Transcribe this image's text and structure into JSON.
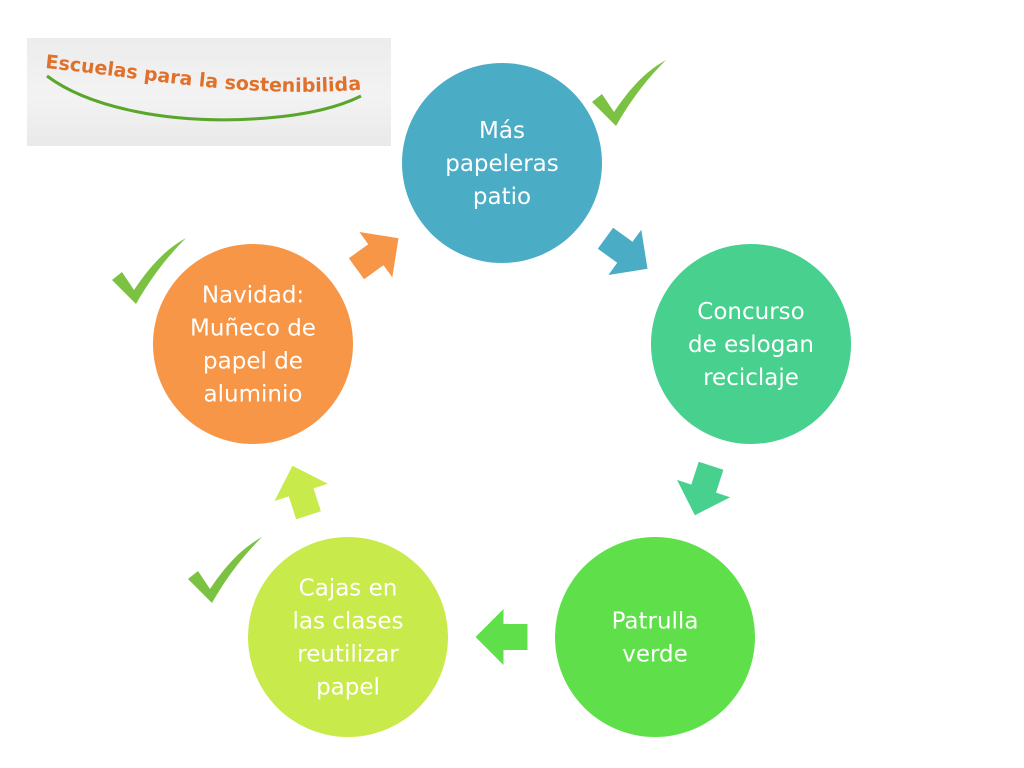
{
  "logo": {
    "text": "Escuelas para la sostenibilidad",
    "text_color": "#e0702a",
    "swoosh_color": "#5aa52c"
  },
  "cycle": {
    "nodes": [
      {
        "id": "papeleras",
        "lines": [
          "Más",
          "papeleras",
          "patio"
        ],
        "color": "#4bacc6",
        "checked": true
      },
      {
        "id": "concurso",
        "lines": [
          "Concurso",
          "de eslogan",
          "reciclaje"
        ],
        "color": "#47d08e",
        "checked": false
      },
      {
        "id": "patrulla",
        "lines": [
          "Patrulla",
          "verde"
        ],
        "color": "#5fe04a",
        "checked": false
      },
      {
        "id": "cajas",
        "lines": [
          "Cajas en",
          "las clases",
          "reutilizar",
          "papel"
        ],
        "color": "#c8ea4a",
        "checked": true
      },
      {
        "id": "navidad",
        "lines": [
          "Navidad:",
          "Muñeco de",
          "papel de",
          "aluminio"
        ],
        "color": "#f79646",
        "checked": true
      }
    ],
    "arrows": [
      {
        "from": "papeleras",
        "to": "concurso",
        "color": "#4bacc6"
      },
      {
        "from": "concurso",
        "to": "patrulla",
        "color": "#47d08e"
      },
      {
        "from": "patrulla",
        "to": "cajas",
        "color": "#5fe04a"
      },
      {
        "from": "cajas",
        "to": "navidad",
        "color": "#c8ea4a"
      },
      {
        "from": "navidad",
        "to": "papeleras",
        "color": "#f79646"
      }
    ],
    "checkmark_color": "#7cc242"
  }
}
